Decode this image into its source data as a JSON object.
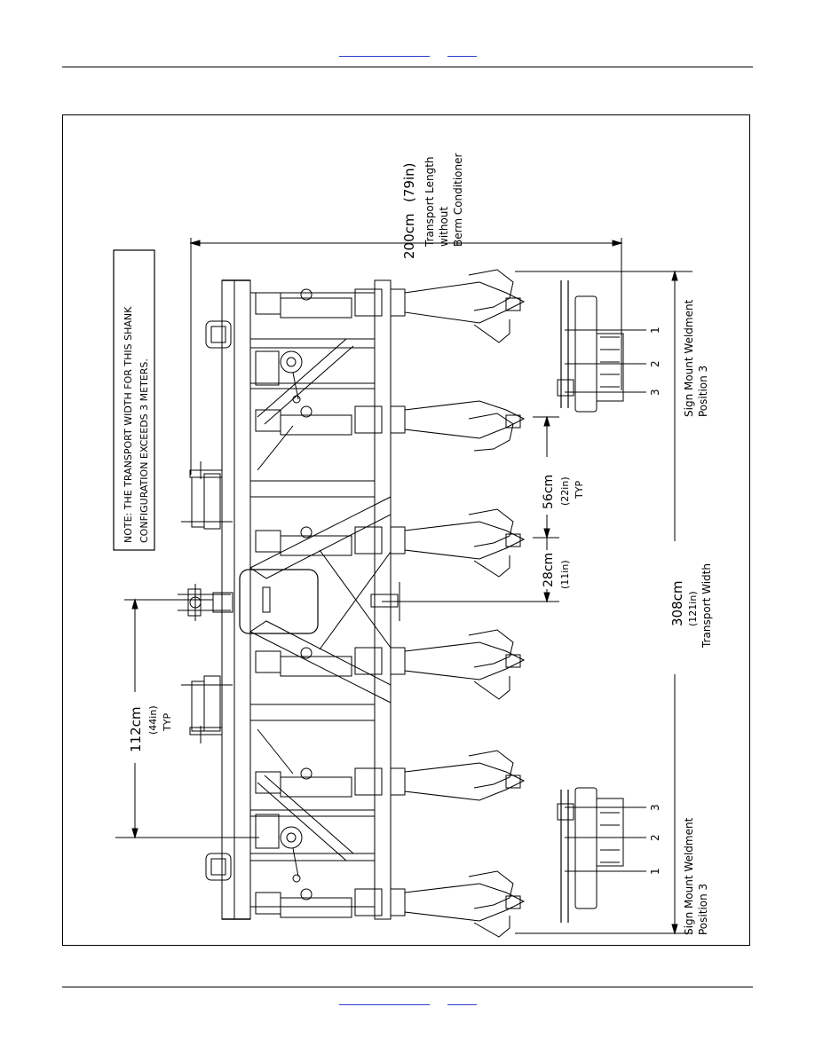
{
  "note": {
    "line1": "NOTE: THE TRANSPORT WIDTH FOR THIS SHANK",
    "line2": "CONFIGURATION EXCEEDS 3 METERS."
  },
  "dimensions": {
    "transport_length": {
      "metric": "200cm",
      "imperial": "(79in)",
      "label1": "Transport Length",
      "label2": "without",
      "label3": "Berm Conditioner"
    },
    "shank_spacing": {
      "metric": "56cm",
      "imperial": "(22in)",
      "typ": "TYP"
    },
    "center_offset": {
      "metric": "28cm",
      "imperial": "(11in)"
    },
    "hitch_spacing": {
      "metric": "112cm",
      "imperial": "(44in)",
      "typ": "TYP"
    },
    "transport_width": {
      "metric": "308cm",
      "imperial": "(121in)",
      "label": "Transport Width"
    }
  },
  "sign_mount_top": {
    "line1": "Sign Mount Weldment",
    "line2": "Position 3"
  },
  "sign_mount_bottom": {
    "line1": "Sign Mount Weldment",
    "line2": "Position 3"
  },
  "callouts_top": [
    "1",
    "2",
    "3"
  ],
  "callouts_bottom": [
    "3",
    "2",
    "1"
  ]
}
